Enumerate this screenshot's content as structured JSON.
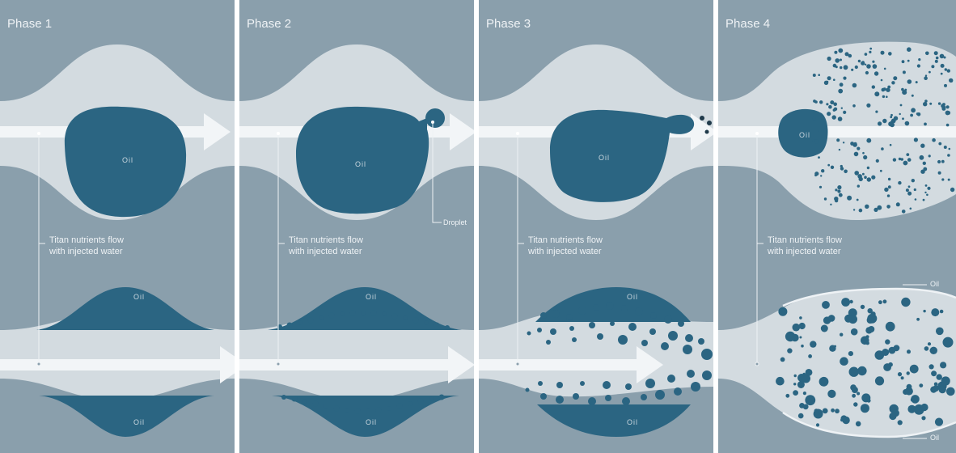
{
  "phases": [
    {
      "title": "Phase 1",
      "upper_oil_label": "Oil",
      "nutrient_text_line1": "Titan nutrients flow",
      "nutrient_text_line2": "with injected water",
      "lower_top_oil_label": "Oil",
      "lower_bottom_oil_label": "Oil"
    },
    {
      "title": "Phase 2",
      "upper_oil_label": "Oil",
      "droplet_label": "Droplet",
      "nutrient_text_line1": "Titan nutrients flow",
      "nutrient_text_line2": "with injected water",
      "lower_top_oil_label": "Oil",
      "lower_bottom_oil_label": "Oil"
    },
    {
      "title": "Phase 3",
      "upper_oil_label": "Oil",
      "nutrient_text_line1": "Titan nutrients flow",
      "nutrient_text_line2": "with injected water",
      "lower_top_oil_label": "Oil",
      "lower_bottom_oil_label": "Oil"
    },
    {
      "title": "Phase 4",
      "upper_oil_label": "Oil",
      "nutrient_text_line1": "Titan nutrients flow",
      "nutrient_text_line2": "with injected water",
      "lower_top_oil_label": "Oil",
      "lower_bottom_oil_label": "Oil"
    }
  ],
  "colors": {
    "rock": "#8a9fac",
    "pore_water": "#d3dbe0",
    "oil": "#2b6582",
    "flow_arrow": "#f2f5f7",
    "text": "#eef2f5"
  }
}
